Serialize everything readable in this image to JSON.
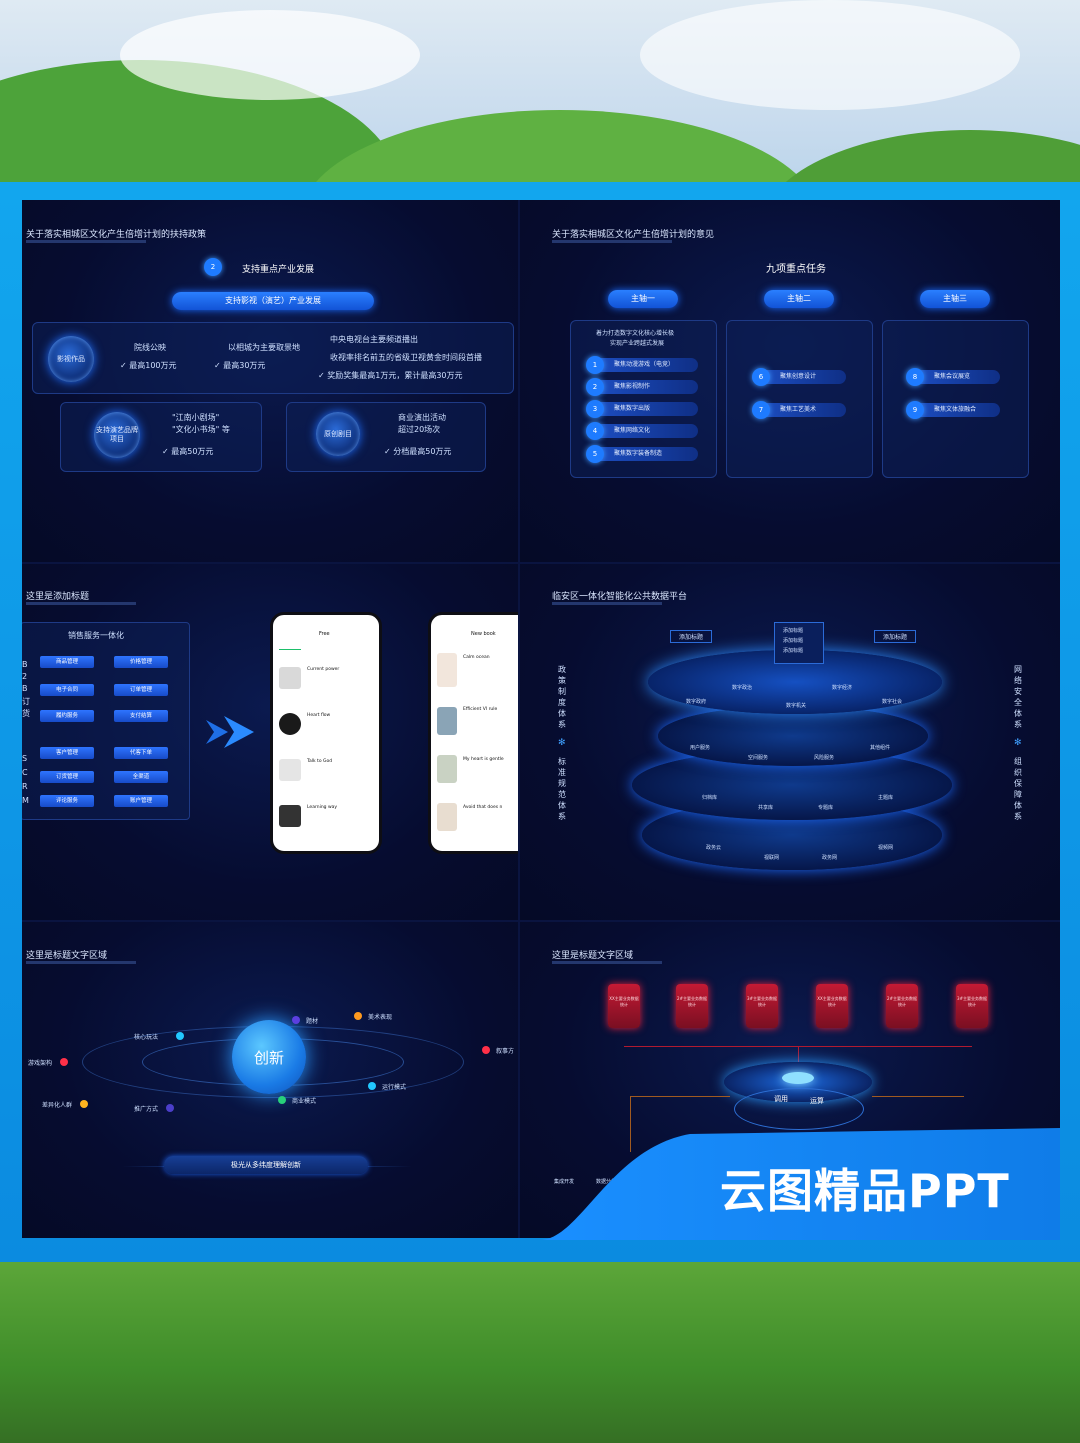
{
  "slide1": {
    "title": "关于落实相城区文化产生倍增计划的扶持政策",
    "step_num": "2",
    "step_label": "支持重点产业发展",
    "main_pill": "支持影视（演艺）产业发展",
    "orb_film": "影视作品",
    "col1_label": "院线公映",
    "col1_value": "最高100万元",
    "col2_label": "以相城为主要取景地",
    "col2_value": "最高30万元",
    "col3_label1": "中央电视台主要频道播出",
    "col3_label2": "收视率排名前五的省级卫视黄金时间段首播",
    "col3_value": "奖励奖集最高1万元，累计最高30万元",
    "orb_brand": "支持演艺品牌项目",
    "brand_label1": "\"江南小剧场\"",
    "brand_label2": "\"文化小书场\" 等",
    "brand_value": "最高50万元",
    "orb_original": "原创剧目",
    "orig_label1": "商业演出活动",
    "orig_label2": "超过20场次",
    "orig_value": "分档最高50万元"
  },
  "slide2": {
    "title": "关于落实相城区文化产生倍增计划的意见",
    "heading": "九项重点任务",
    "tab1": "主轴一",
    "tab2": "主轴二",
    "tab3": "主轴三",
    "col1_head1": "着力打造数字文化核心增长极",
    "col1_head2": "实现产业跨越式发展",
    "items": [
      {
        "num": "1",
        "label": "聚焦动漫游戏（电竞）"
      },
      {
        "num": "2",
        "label": "聚焦影视制作"
      },
      {
        "num": "3",
        "label": "聚焦数字出版"
      },
      {
        "num": "4",
        "label": "聚焦网络文化"
      },
      {
        "num": "5",
        "label": "聚焦数字装备制造"
      },
      {
        "num": "6",
        "label": "聚焦创意设计"
      },
      {
        "num": "7",
        "label": "聚焦工艺美术"
      },
      {
        "num": "8",
        "label": "聚焦会议展览"
      },
      {
        "num": "9",
        "label": "聚焦文体旅融合"
      }
    ]
  },
  "slide3": {
    "title": "这里是添加标题",
    "panel_title": "销售服务一体化",
    "left_letters_top": [
      "B",
      "2",
      "B",
      "订",
      "货"
    ],
    "left_letters_bottom": [
      "S",
      "C",
      "R",
      "M"
    ],
    "btns": [
      "商品管理",
      "价格管理",
      "电子合同",
      "订单管理",
      "履约服务",
      "支付结算",
      "客户管理",
      "代客下单",
      "订货管理",
      "全渠道",
      "评论服务",
      "账户管理"
    ],
    "phone1_title": "Free",
    "phone1_items": [
      "Current power",
      "Heart flow",
      "Talk to God",
      "Learning way"
    ],
    "phone2_title": "New book",
    "phone2_items": [
      "Calm ocean",
      "Efficient VI rule",
      "My heart is gentle",
      "Avoid that does n"
    ]
  },
  "slide4": {
    "title": "临安区一体化智能化公共数据平台",
    "left_vert1": [
      "政",
      "策",
      "制",
      "度",
      "体",
      "系"
    ],
    "left_vert2": [
      "标",
      "准",
      "规",
      "范",
      "体",
      "系"
    ],
    "right_vert1": [
      "网",
      "络",
      "安",
      "全",
      "体",
      "系"
    ],
    "right_vert2": [
      "组",
      "织",
      "保",
      "障",
      "体",
      "系"
    ],
    "top_tag_left": "添加标题",
    "top_tag_right": "添加标题",
    "top_tag_center": [
      "添加标题",
      "添加标题",
      "添加标题"
    ],
    "layer1": [
      "数字政府",
      "数字政治",
      "数字机关",
      "数字经济",
      "数字社会"
    ],
    "layer2": [
      "用户服务",
      "空间服务",
      "风险服务",
      "其他组件"
    ],
    "layer3": [
      "归档库",
      "共享库",
      "专题库",
      "主题库"
    ],
    "layer4": [
      "政务云",
      "视联网",
      "政务网",
      "视频网"
    ]
  },
  "slide5": {
    "title": "这里是标题文字区域",
    "center": "创新",
    "labels": [
      "题材",
      "美术表现",
      "核心玩法",
      "游戏架构",
      "差异化人群",
      "推广方式",
      "商业模式",
      "运行模式",
      "叙事方"
    ],
    "bottom_pill": "极光从多纬度理解创新"
  },
  "slide6": {
    "title": "这里是标题文字区域",
    "red_labels": [
      "XX主要业务数据统计",
      "2#主要业务数据统计",
      "3#主要业务数据统计",
      "XX主要业务数据统计",
      "2#主要业务数据统计",
      "3#主要业务数据统计"
    ],
    "center_labels": [
      "调用",
      "运算"
    ],
    "bottom_labels": [
      "集成开发",
      "数据分析"
    ]
  },
  "brand": {
    "text": "云图精品PPT"
  },
  "colors": {
    "frame": "#12a6ee",
    "board": "#050b2a",
    "accent": "#1e7bff"
  }
}
